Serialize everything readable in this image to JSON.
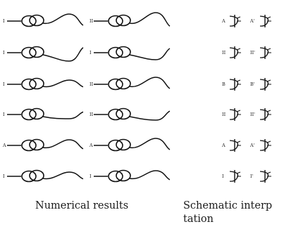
{
  "figure": {
    "numerical_rows": [
      {
        "left_label": "I",
        "right_label": "II"
      },
      {
        "left_label": "I",
        "right_label": "I"
      },
      {
        "left_label": "I",
        "right_label": "II"
      },
      {
        "left_label": "I",
        "right_label": "II"
      },
      {
        "left_label": "A",
        "right_label": "A"
      },
      {
        "left_label": "I",
        "right_label": "I"
      }
    ],
    "schematic_rows": [
      {
        "left_label": "A",
        "right_label": "A'"
      },
      {
        "left_label": "II",
        "right_label": "II'"
      },
      {
        "left_label": "B",
        "right_label": "B'"
      },
      {
        "left_label": "II",
        "right_label": "II'"
      },
      {
        "left_label": "A",
        "right_label": "A'"
      },
      {
        "left_label": "I",
        "right_label": "I'"
      }
    ],
    "captions": {
      "numerical": "Numerical results",
      "schematic_line1": "Schematic  interp",
      "schematic_line2": "tation"
    }
  }
}
